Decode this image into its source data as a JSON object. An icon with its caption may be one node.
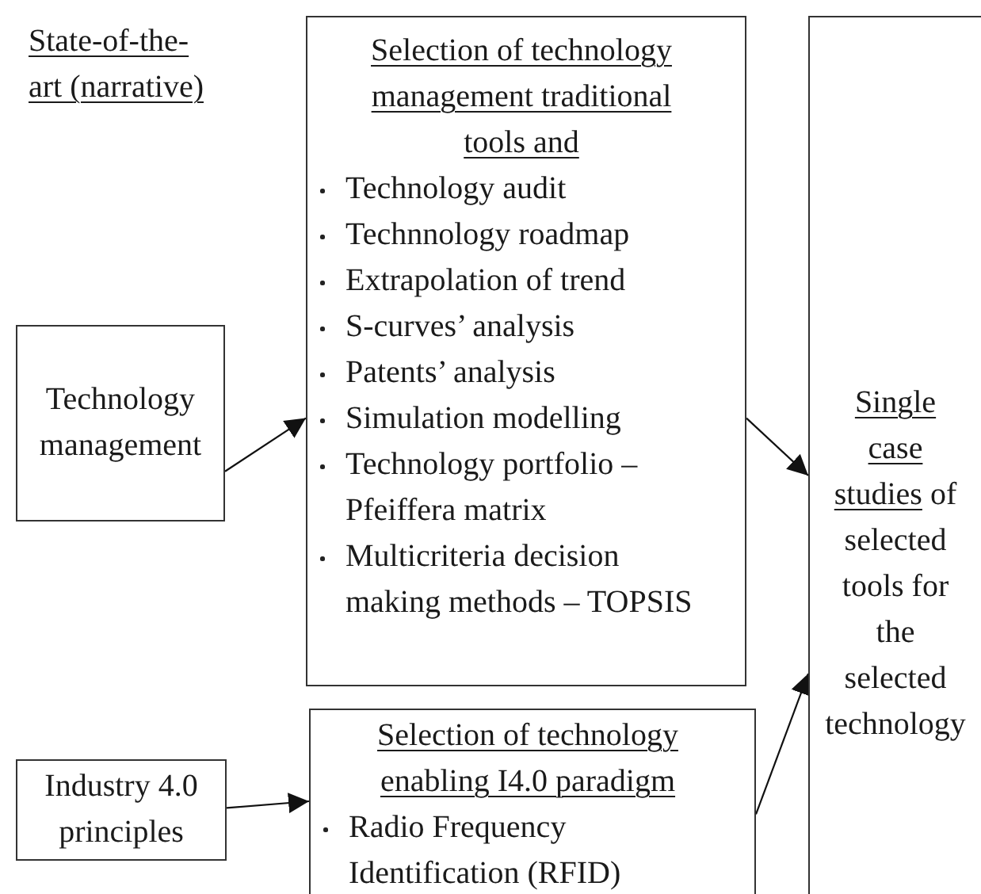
{
  "diagram": {
    "nodes": [
      {
        "text": [
          "Technology management"
        ]
      },
      {
        "text": [
          "Selection of technology management traditional tools and",
          "Technology audit",
          "Technnology roadmap",
          "Extrapolation of trend",
          "S-curves’ analysis",
          "Patents’ analysis",
          "Simulation modelling",
          "Technology portfolio – Pfeiffera matrix",
          "Multicriteria decision making methods – TOPSIS"
        ]
      },
      {
        "text": [
          "Single case studies",
          "of selected tools for the selected technology"
        ]
      },
      {
        "text": [
          "Industry 4.0 principles"
        ]
      },
      {
        "text": [
          "Selection of technology enabling I4.0 paradigm",
          "Radio Frequency Identification (RFID)"
        ]
      }
    ],
    "edges": [
      {
        "from": 0,
        "to": 1,
        "arrow": "to"
      },
      {
        "from": 1,
        "to": 2,
        "arrow": "to"
      },
      {
        "from": 3,
        "to": 4,
        "arrow": "to"
      },
      {
        "from": 4,
        "to": 2,
        "arrow": "to"
      }
    ],
    "labels": [
      "State-of-the-art (narrative)"
    ]
  }
}
